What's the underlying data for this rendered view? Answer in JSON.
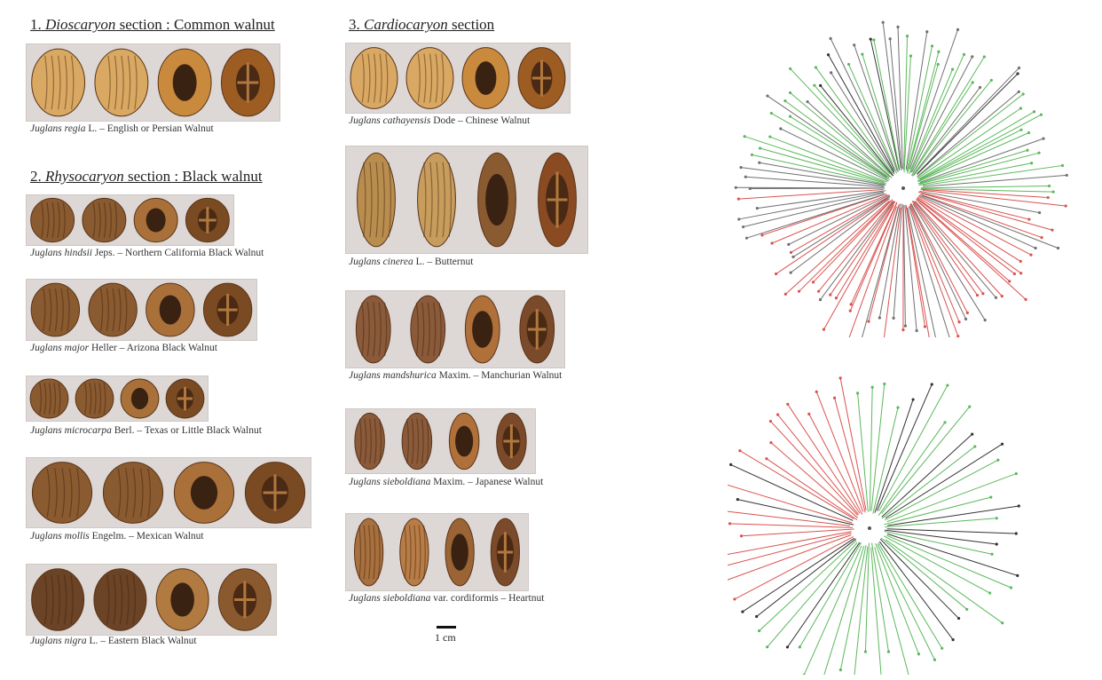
{
  "sections": {
    "common": {
      "number": "1.",
      "name": "Dioscaryon",
      "rest": " section : Common walnut"
    },
    "black": {
      "number": "2.",
      "name": "Rhysocaryon",
      "rest": " section : Black walnut"
    },
    "cardio": {
      "number": "3.",
      "name": "Cardiocaryon",
      "rest": " section"
    }
  },
  "species": [
    {
      "latin": "Juglans regia",
      "rest": " L. – English or Persian Walnut"
    },
    {
      "latin": "Juglans hindsii",
      "rest": " Jeps. – Northern California Black Walnut"
    },
    {
      "latin": "Juglans major",
      "rest": " Heller – Arizona Black Walnut"
    },
    {
      "latin": "Juglans microcarpa",
      "rest": " Berl. – Texas or Little Black Walnut"
    },
    {
      "latin": "Juglans mollis",
      "rest": " Engelm. – Mexican Walnut"
    },
    {
      "latin": "Juglans nigra",
      "rest": " L. – Eastern Black Walnut"
    },
    {
      "latin": "Juglans cathayensis",
      "rest": " Dode – Chinese Walnut"
    },
    {
      "latin": "Juglans cinerea",
      "rest": " L. – Butternut"
    },
    {
      "latin": "Juglans mandshurica",
      "rest": " Maxim. – Manchurian Walnut"
    },
    {
      "latin": "Juglans sieboldiana",
      "rest": " Maxim. – Japanese Walnut"
    },
    {
      "latin": "Juglans sieboldiana",
      "rest": " var. cordiformis – Heartnut"
    }
  ],
  "scale": {
    "label": "1 cm"
  },
  "colors": {
    "red": "#d9534f",
    "green": "#5cb85c",
    "grey": "#707070",
    "dark": "#333333"
  }
}
